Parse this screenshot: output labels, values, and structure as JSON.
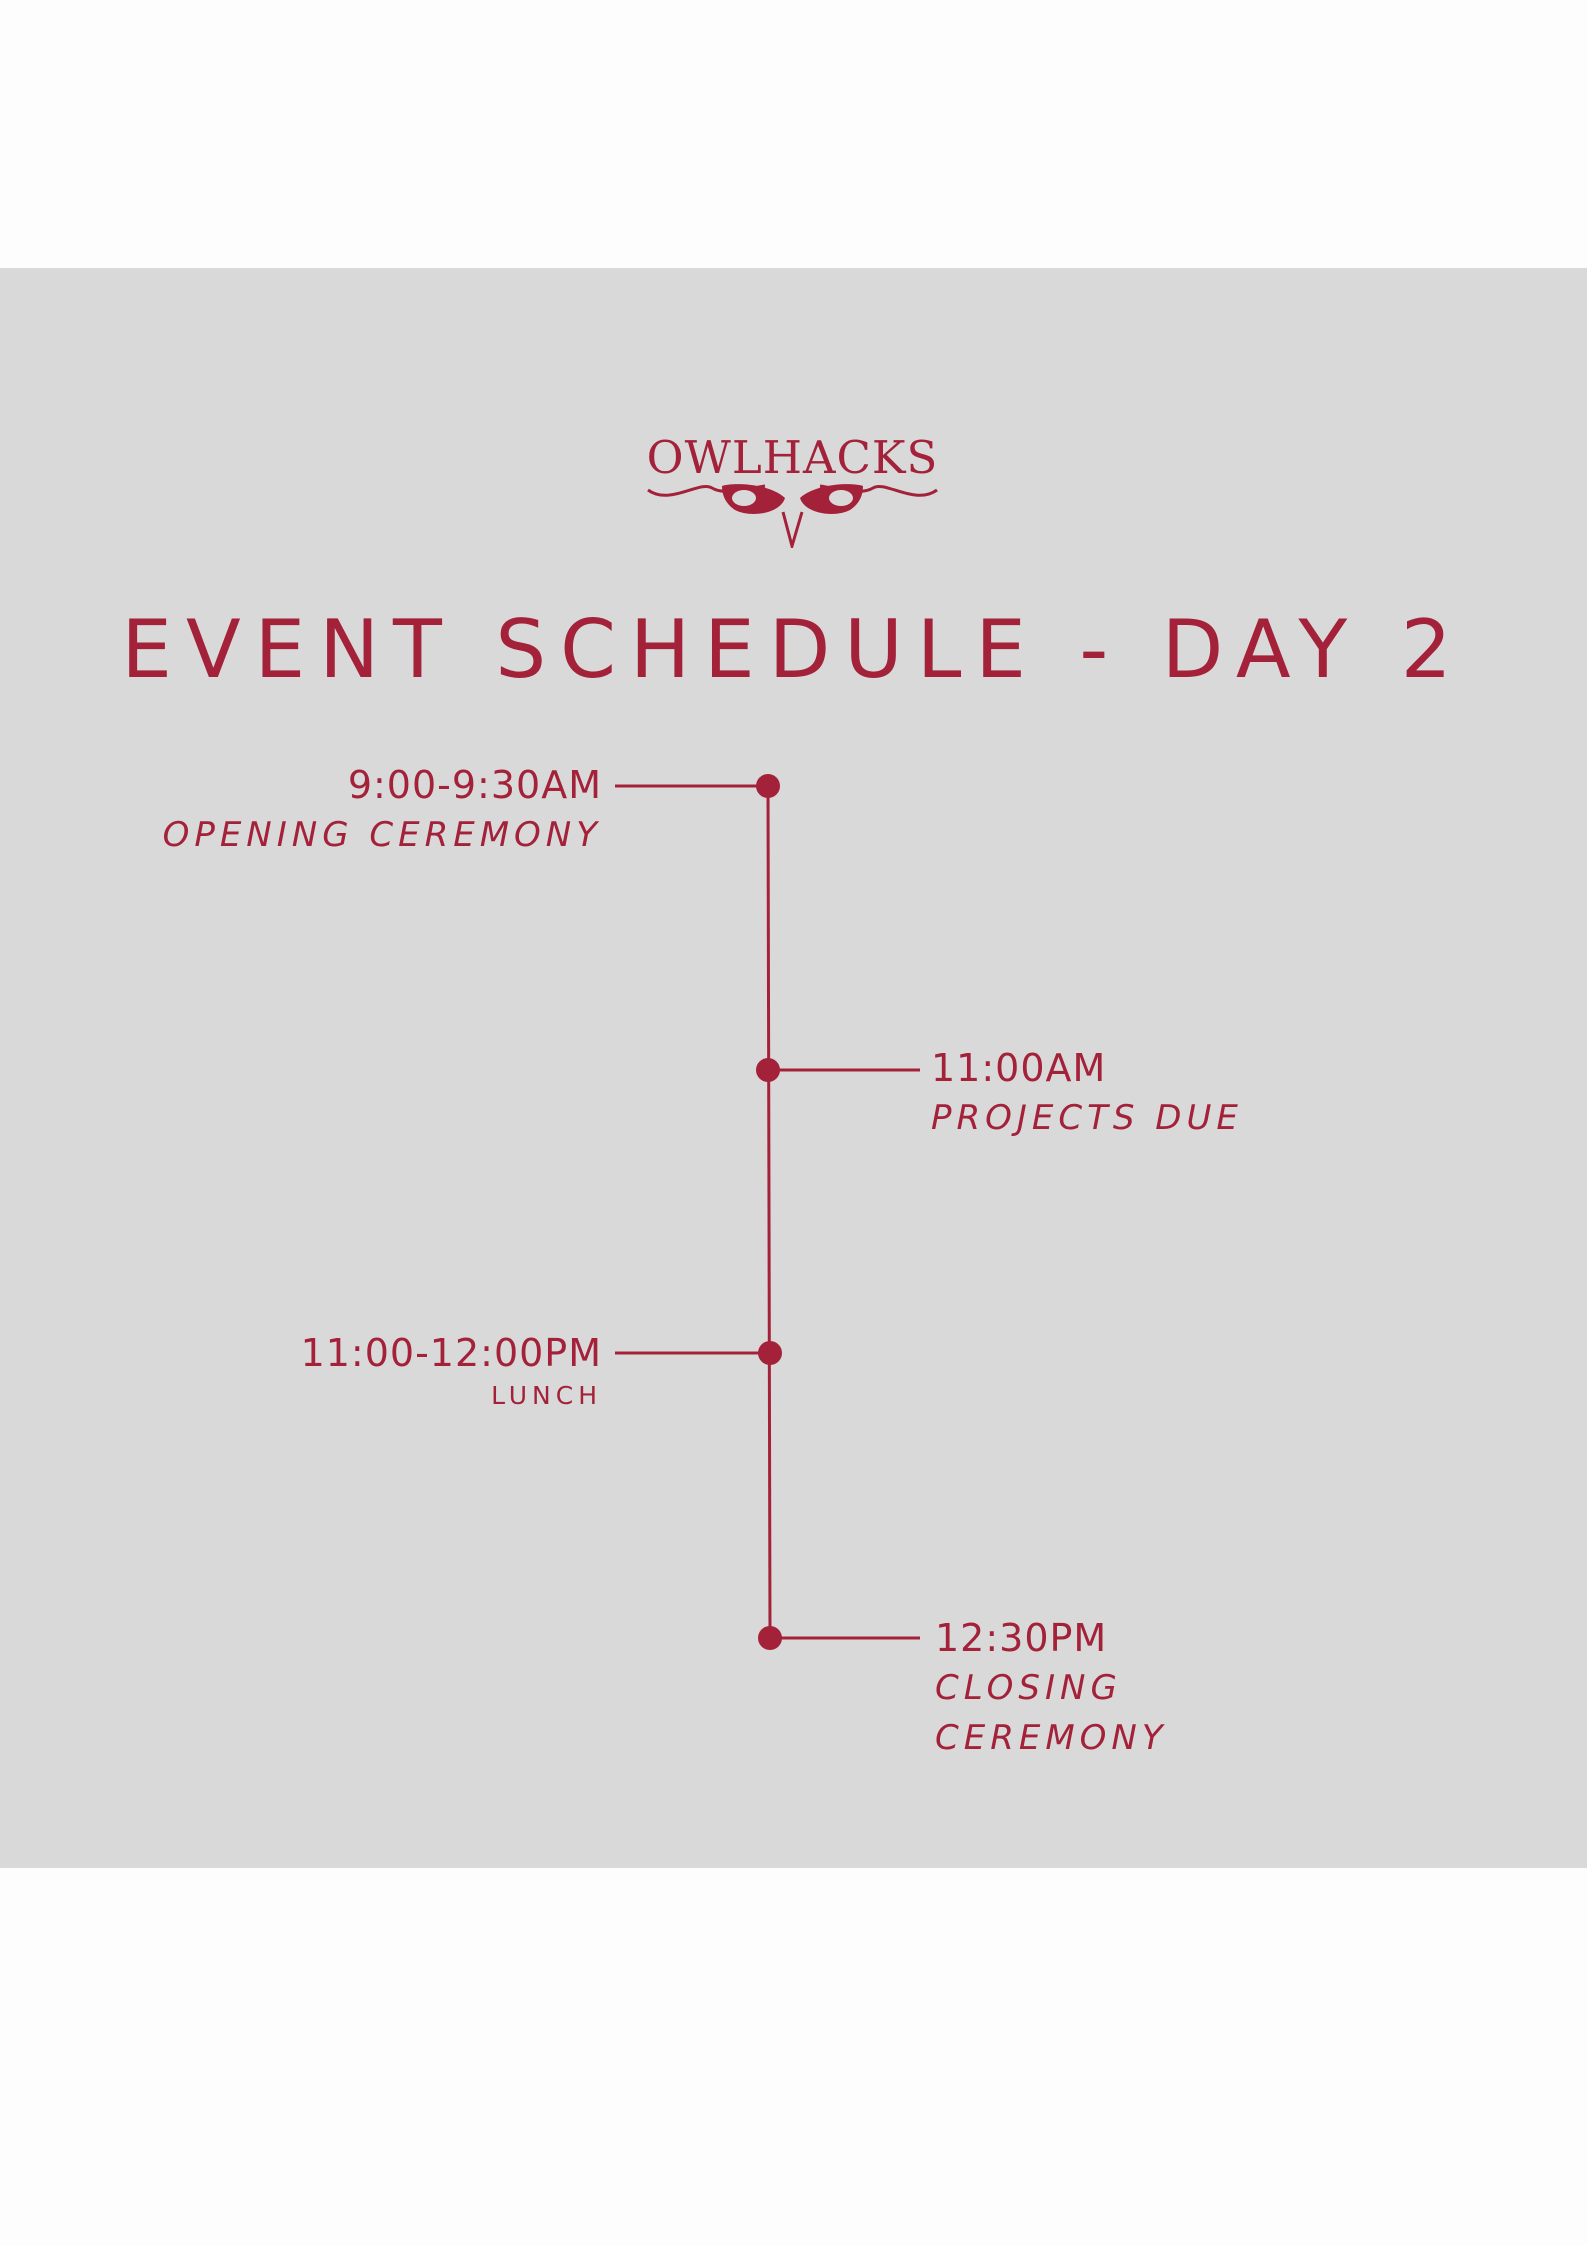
{
  "logo": {
    "text": "OWLHACKS",
    "icon": "owl-eyes-icon"
  },
  "title": "EVENT SCHEDULE - DAY 2",
  "colors": {
    "accent": "#a3223a",
    "panel": "#d9d9d9",
    "page": "#fdfdfd"
  },
  "events": [
    {
      "time": "9:00-9:30AM",
      "description": "OPENING CEREMONY",
      "side": "left"
    },
    {
      "time": "11:00AM",
      "description": "PROJECTS DUE",
      "side": "right"
    },
    {
      "time": "11:00-12:00PM",
      "description": "LUNCH",
      "side": "left"
    },
    {
      "time": "12:30PM",
      "description_line1": "CLOSING",
      "description_line2": "CEREMONY",
      "side": "right"
    }
  ]
}
